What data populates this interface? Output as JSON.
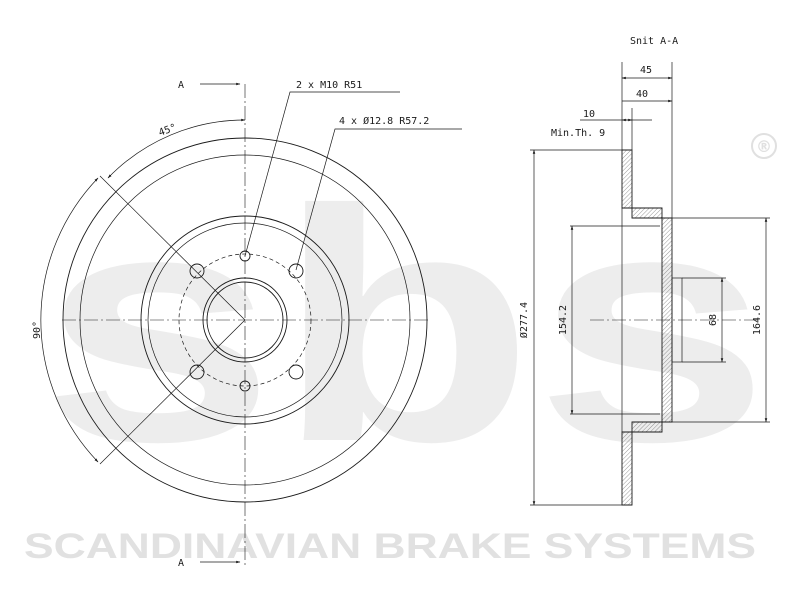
{
  "brand": {
    "logo_text": "sbs",
    "registered_mark": "®",
    "company_name": "SCANDINAVIAN BRAKE SYSTEMS"
  },
  "front_view": {
    "section_label_top": "A",
    "section_label_bottom": "A",
    "angle_45": "45°",
    "angle_90": "90°",
    "callout_thread": "2 x M10 R51",
    "callout_holes": "4 x Ø12.8 R57.2"
  },
  "section_view": {
    "title": "Snit A-A",
    "dim_total_width": "45",
    "dim_hat_depth": "40",
    "dim_thickness": "10",
    "dim_min_thickness": "Min.Th. 9",
    "dim_outer_diameter": "Ø277.4",
    "dim_hat_diameter": "154.2",
    "dim_center_bore": "68",
    "dim_inner_height": "164.6"
  },
  "colors": {
    "line": "#1a1a1a",
    "watermark": "#ededed",
    "brand_text": "#e1e1e1"
  }
}
